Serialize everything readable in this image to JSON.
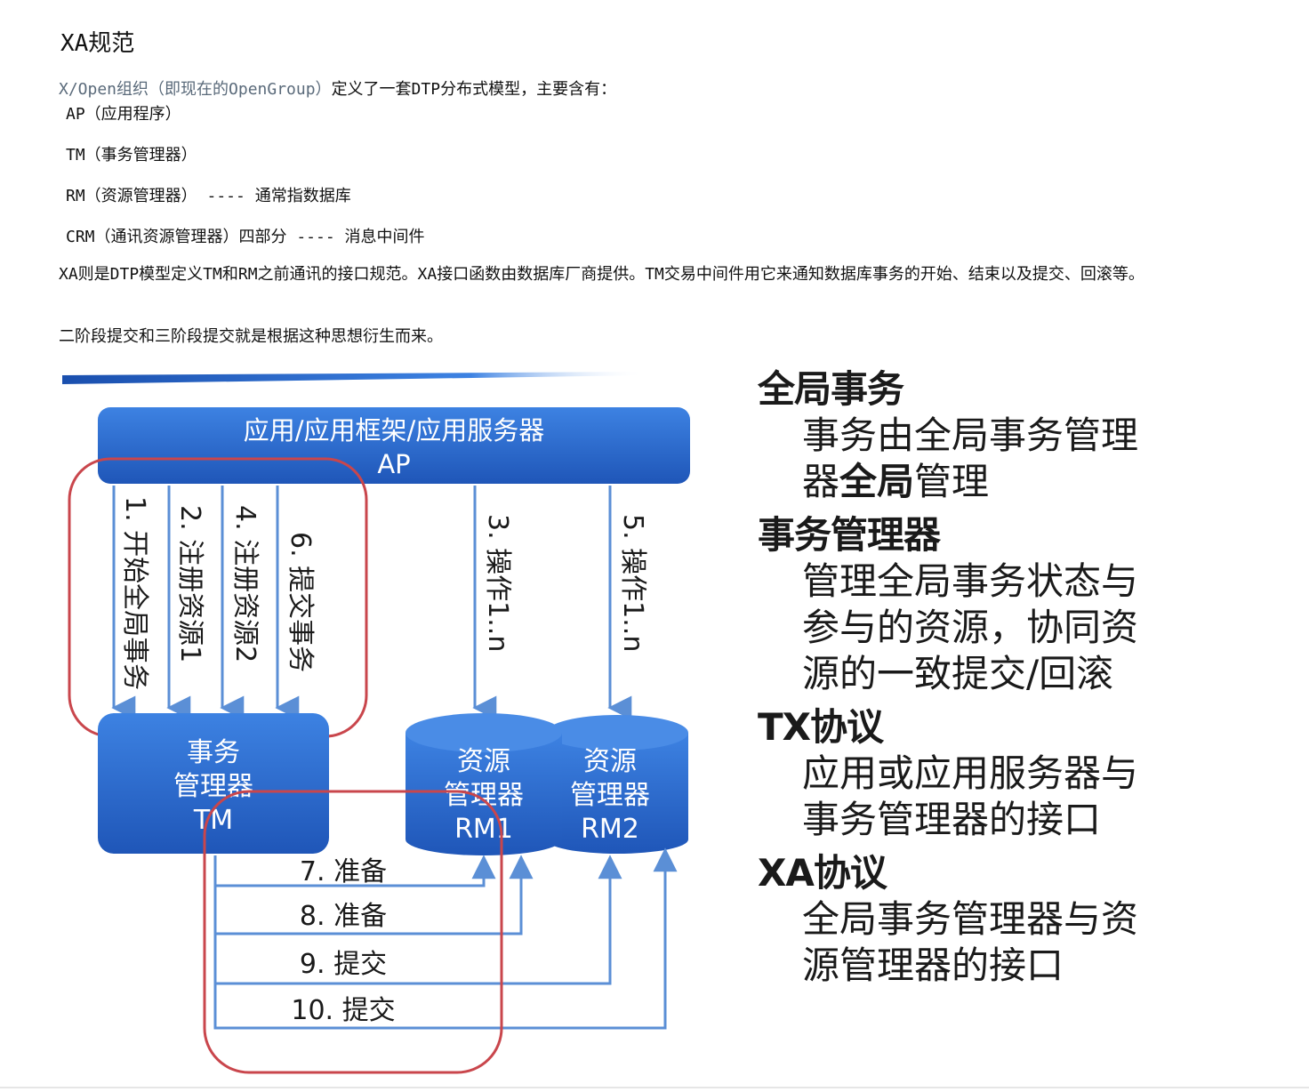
{
  "document": {
    "title": "XA规范",
    "intro_lead": "X/Open组织（即现在的OpenGroup）",
    "intro_rest": "定义了一套DTP分布式模型，主要含有：",
    "list": [
      "AP（应用程序）",
      "TM（事务管理器）",
      "RM（资源管理器） ---- 通常指数据库",
      "CRM（通讯资源管理器）四部分 ---- 消息中间件"
    ],
    "xa_paragraph": "XA则是DTP模型定义TM和RM之前通讯的接口规范。XA接口函数由数据库厂商提供。TM交易中间件用它来通知数据库事务的开始、结束以及提交、回滚等。",
    "two_three_phase": "二阶段提交和三阶段提交就是根据这种思想衍生而来。"
  },
  "diagram": {
    "ap_label_line1": "应用/应用框架/应用服务器",
    "ap_label_line2": "AP",
    "tm_line1": "事务",
    "tm_line2": "管理器",
    "tm_line3": "TM",
    "rm1_line1": "资源",
    "rm1_line2": "管理器",
    "rm1_line3": "RM1",
    "rm2_line1": "资源",
    "rm2_line2": "管理器",
    "rm2_line3": "RM2",
    "ap_to_tm_steps": [
      "1. 开始全局事务",
      "2. 注册资源1",
      "4. 注册资源2",
      "6. 提交事务"
    ],
    "ap_to_rm_steps": [
      "3. 操作1..n",
      "5. 操作1..n"
    ],
    "tm_to_rm_steps": [
      "7. 准备",
      "8. 准备",
      "9. 提交",
      "10. 提交"
    ],
    "colors": {
      "box": "#2563c9",
      "box_top": "#3b7fe0",
      "arrow": "#5b8fd6",
      "highlight": "#c9464c"
    }
  },
  "right_panel": {
    "global_tx_heading": "全局事务",
    "global_tx_body_pre": "事务由全局事务管理器",
    "global_tx_body_bold": "全局",
    "global_tx_body_post": "管理",
    "tm_heading": "事务管理器",
    "tm_body": "管理全局事务状态与参与的资源，协同资源的一致提交/回滚",
    "tx_heading": "TX协议",
    "tx_body": "应用或应用服务器与事务管理器的接口",
    "xa_heading": "XA协议",
    "xa_body": "全局事务管理器与资源管理器的接口"
  }
}
